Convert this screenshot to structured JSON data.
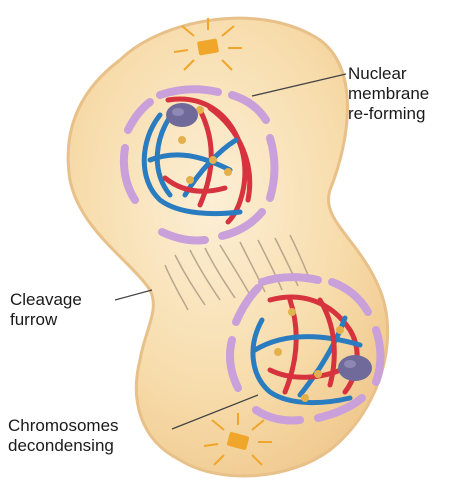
{
  "labels": {
    "nuclear_membrane": "Nuclear\nmembrane\nre-forming",
    "cleavage_furrow": "Cleavage\nfurrow",
    "chromosomes": "Chromosomes\ndecondensing"
  },
  "colors": {
    "cell_fill": "#f6d9a6",
    "cell_edge": "#e8c089",
    "membrane": "#c9a0d9",
    "chromatid_red": "#d6333f",
    "chromatid_blue": "#2a7cc0",
    "centromere": "#e3b04b",
    "nucleolus": "#6f6a9a",
    "centrosome": "#f0a62a",
    "leader_line": "#444444"
  },
  "icons": [
    "centrosome-icon",
    "nucleolus-icon"
  ]
}
